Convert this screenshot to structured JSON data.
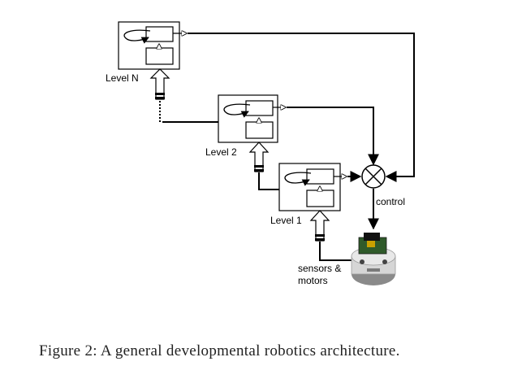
{
  "labels": {
    "level_n": "Level N",
    "level_2": "Level 2",
    "level_1": "Level 1",
    "control": "control",
    "sensors_line1": "sensors &",
    "sensors_line2": "motors"
  },
  "caption": "Figure 2: A general developmental robotics architecture.",
  "colors": {
    "line": "#000000",
    "background": "#ffffff",
    "robot_body": "#cfcfcf",
    "robot_board": "#2f5a2a"
  }
}
